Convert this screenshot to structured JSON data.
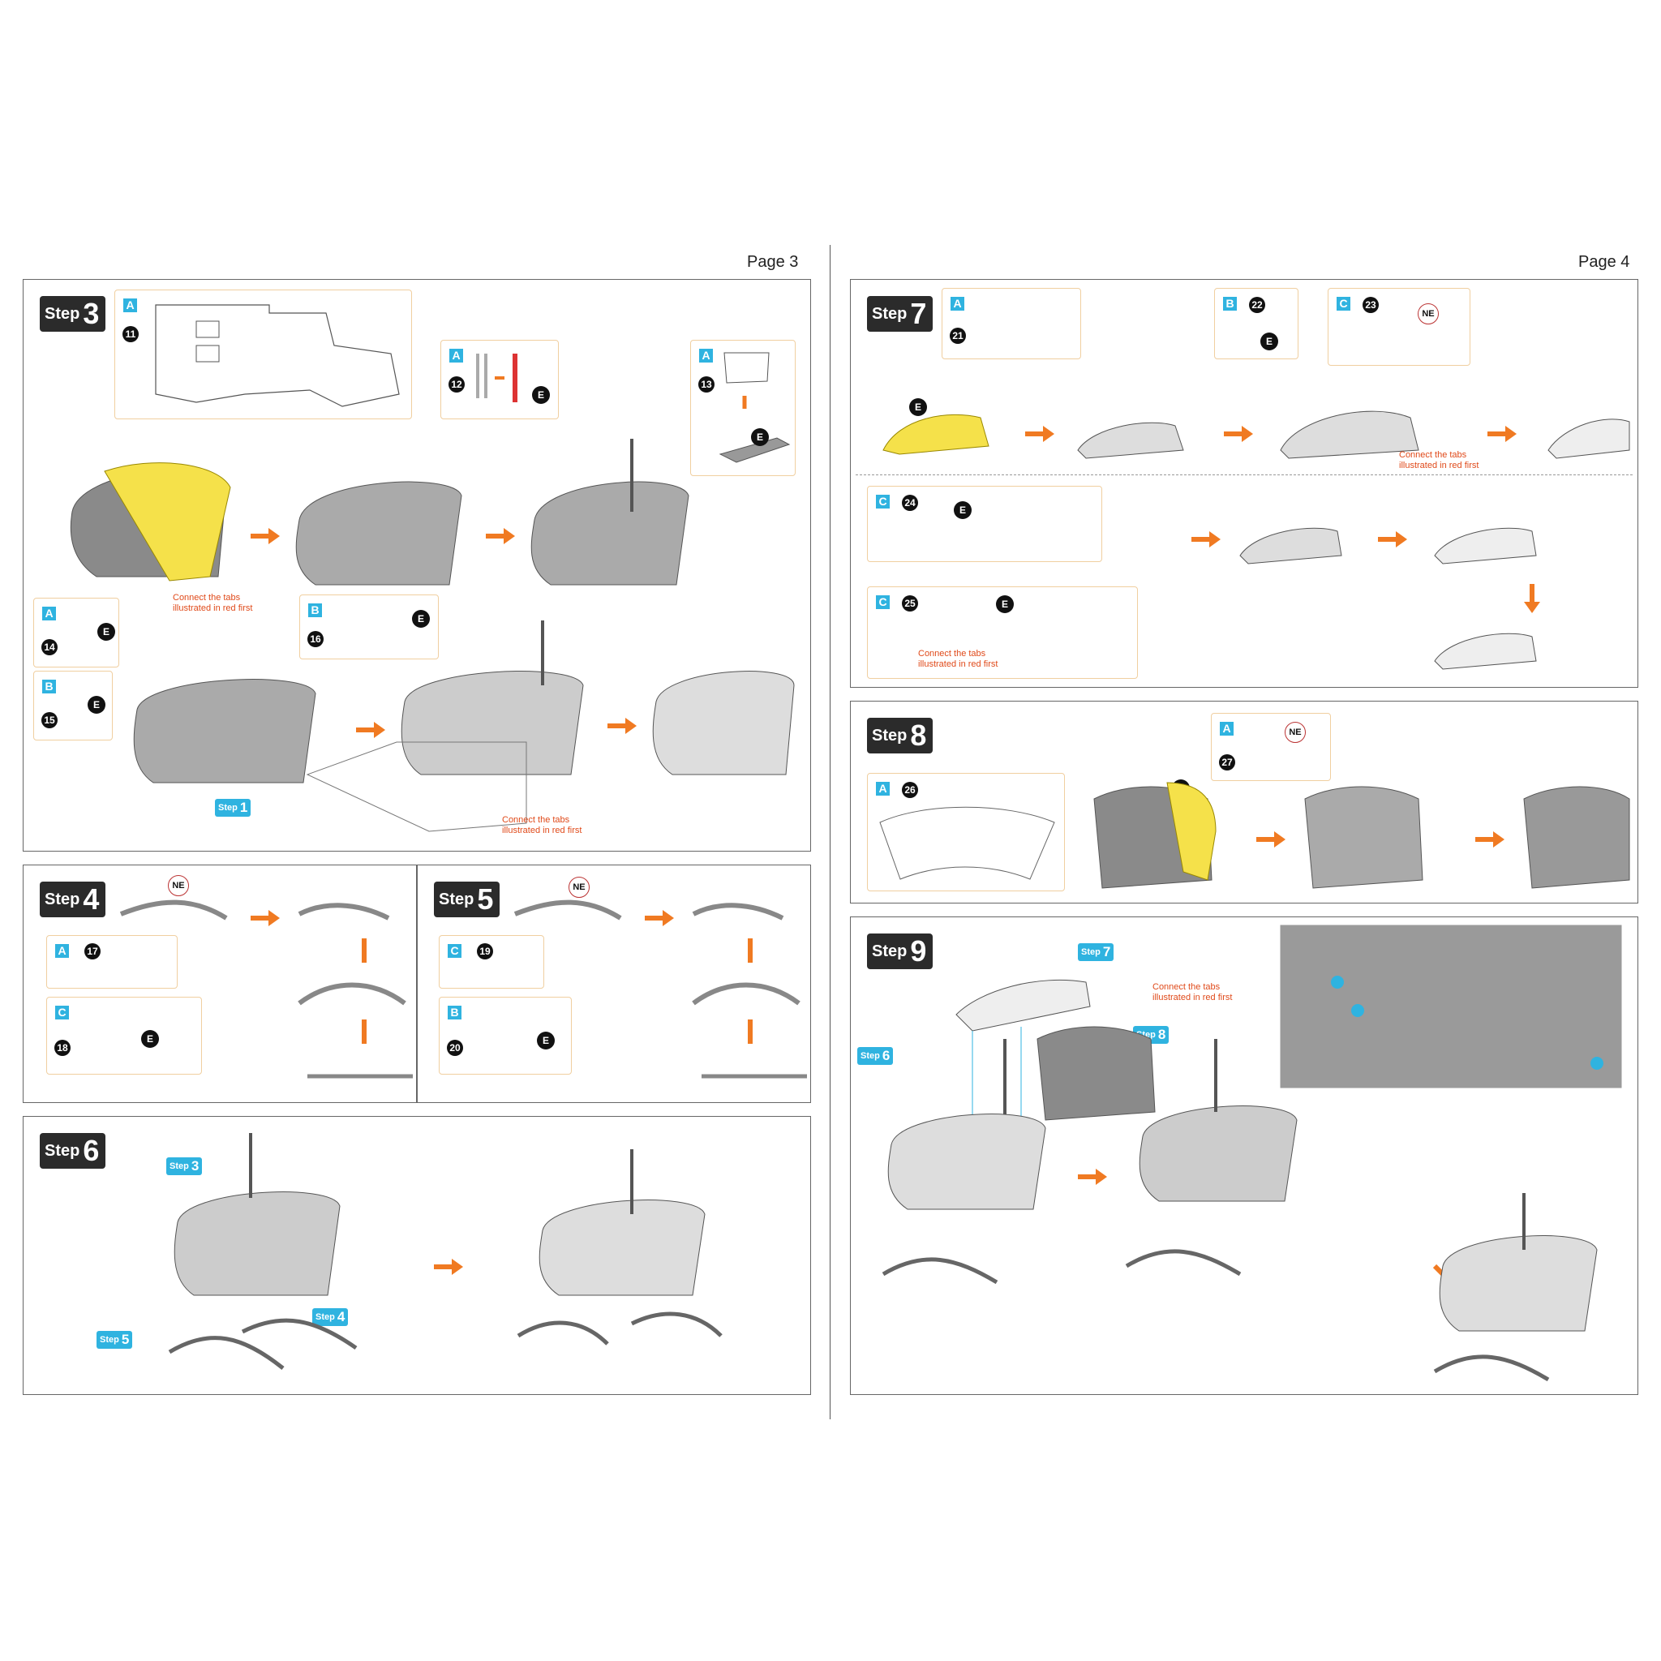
{
  "pages": [
    {
      "label": "Page 3"
    },
    {
      "label": "Page 4"
    }
  ],
  "steps": {
    "s3": {
      "word": "Step",
      "num": "3"
    },
    "s4": {
      "word": "Step",
      "num": "4"
    },
    "s5": {
      "word": "Step",
      "num": "5"
    },
    "s6": {
      "word": "Step",
      "num": "6"
    },
    "s7": {
      "word": "Step",
      "num": "7"
    },
    "s8": {
      "word": "Step",
      "num": "8"
    },
    "s9": {
      "word": "Step",
      "num": "9"
    }
  },
  "tags": {
    "step1": {
      "word": "Step",
      "num": "1"
    },
    "step3": {
      "word": "Step",
      "num": "3"
    },
    "step4": {
      "word": "Step",
      "num": "4"
    },
    "step5": {
      "word": "Step",
      "num": "5"
    },
    "step6": {
      "word": "Step",
      "num": "6"
    },
    "step7": {
      "word": "Step",
      "num": "7"
    },
    "step8": {
      "word": "Step",
      "num": "8"
    }
  },
  "sheets": {
    "a": "A",
    "b": "B",
    "c": "C"
  },
  "parts": [
    "11",
    "12",
    "13",
    "14",
    "15",
    "16",
    "17",
    "18",
    "19",
    "20",
    "21",
    "22",
    "23",
    "24",
    "25",
    "26",
    "27"
  ],
  "badges": {
    "e": "E",
    "ne": "NE"
  },
  "note": {
    "line1": "Connect the tabs",
    "line2": "illustrated in red first"
  },
  "colors": {
    "accent_blue": "#2fb3e0",
    "arrow_orange": "#f07a22",
    "highlight_yellow": "#f5e14a",
    "red_tab": "#e04a1a",
    "body_grey": "#8a8a8a"
  }
}
